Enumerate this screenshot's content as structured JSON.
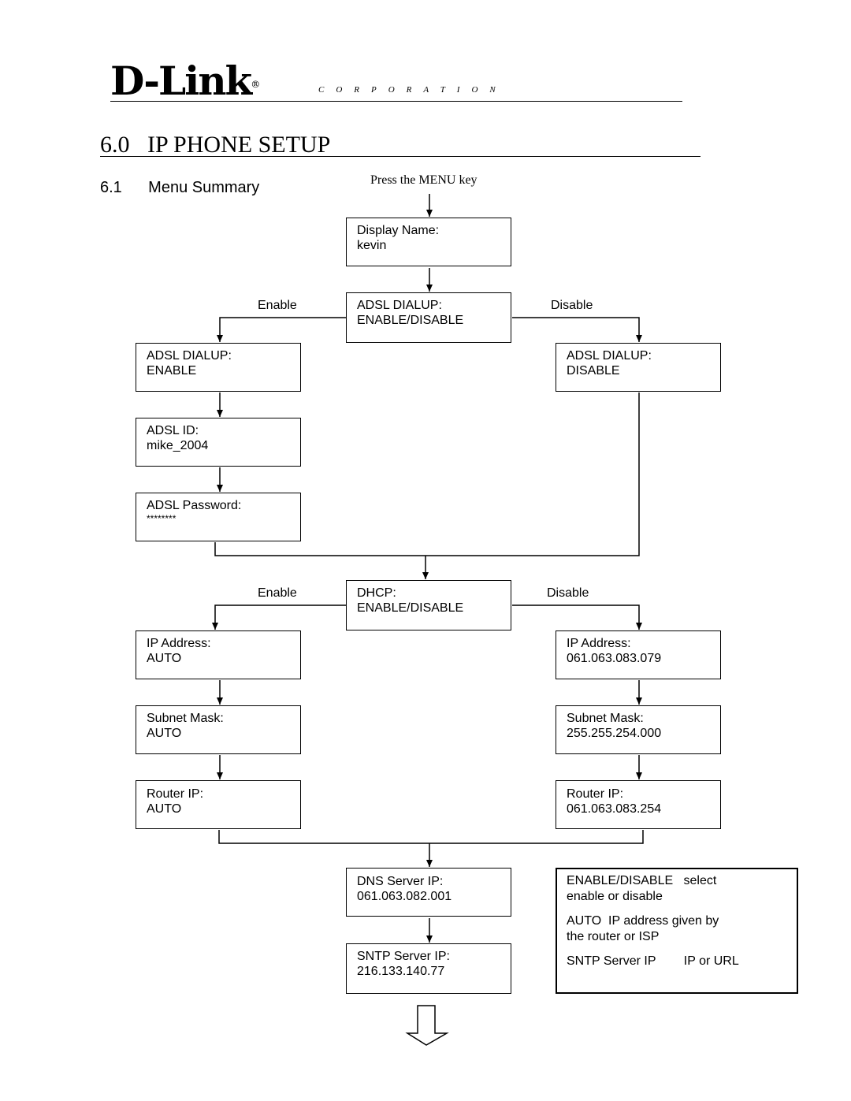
{
  "header": {
    "logo": "D-Link",
    "logo_mark": "®",
    "corporation": "CORPORATION"
  },
  "heading": {
    "number": "6.0",
    "title": "IP PHONE SETUP"
  },
  "section": {
    "number": "6.1",
    "title": "Menu Summary"
  },
  "flow": {
    "start_note": "Press the MENU key",
    "display_name": {
      "line1": "Display Name:",
      "line2": "kevin"
    },
    "adsl_choice": {
      "line1": "ADSL DIALUP:",
      "line2": "ENABLE/DISABLE",
      "enable_label": "Enable",
      "disable_label": "Disable"
    },
    "adsl_enable": {
      "line1": "ADSL DIALUP:",
      "line2": "ENABLE"
    },
    "adsl_disable": {
      "line1": "ADSL DIALUP:",
      "line2": "DISABLE"
    },
    "adsl_id": {
      "line1": "ADSL ID:",
      "line2": "mike_2004"
    },
    "adsl_password": {
      "line1": "ADSL Password:",
      "line2": "********"
    },
    "dhcp_choice": {
      "line1": "DHCP:",
      "line2": "ENABLE/DISABLE",
      "enable_label": "Enable",
      "disable_label": "Disable"
    },
    "ip_auto": {
      "line1": "IP Address:",
      "line2": "AUTO"
    },
    "subnet_auto": {
      "line1": "Subnet Mask:",
      "line2": "AUTO"
    },
    "router_auto": {
      "line1": "Router IP:",
      "line2": "AUTO"
    },
    "ip_static": {
      "line1": "IP Address:",
      "line2": "061.063.083.079"
    },
    "subnet_static": {
      "line1": "Subnet Mask:",
      "line2": "255.255.254.000"
    },
    "router_static": {
      "line1": "Router IP:",
      "line2": "061.063.083.254"
    },
    "dns": {
      "line1": "DNS Server IP:",
      "line2": "061.063.082.001"
    },
    "sntp": {
      "line1": "SNTP Server IP:",
      "line2": "216.133.140.77"
    }
  },
  "legend": {
    "rows": [
      {
        "term": "ENABLE/DISABLE",
        "desc": "select"
      },
      {
        "term": "",
        "desc": "enable or disable"
      },
      {
        "term": "AUTO",
        "desc": "IP address given by"
      },
      {
        "term": "",
        "desc": "the router or ISP"
      },
      {
        "term": "SNTP Server IP",
        "desc": "IP or URL"
      }
    ]
  }
}
